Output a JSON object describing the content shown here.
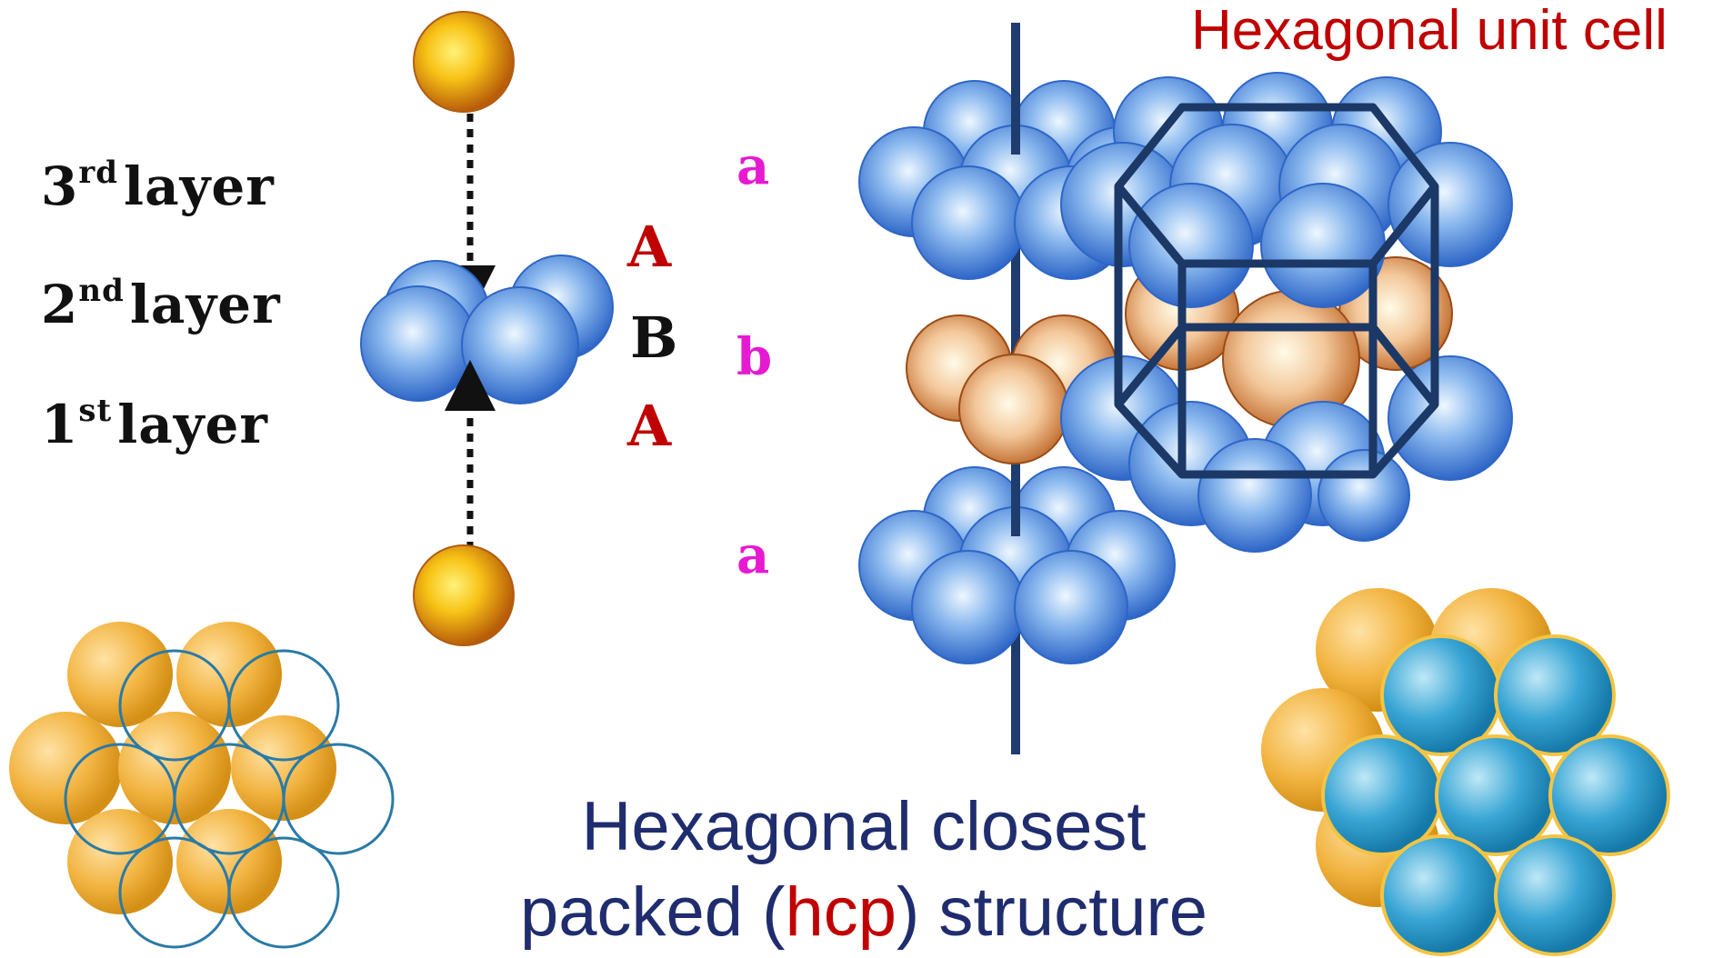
{
  "labels": {
    "layer3_num": "3",
    "layer3_sup": "rd",
    "layer3_word": "layer",
    "layer2_num": "2",
    "layer2_sup": "nd",
    "layer2_word": "layer",
    "layer1_num": "1",
    "layer1_sup": "st",
    "layer1_word": "layer"
  },
  "stack_letters": {
    "top": "A",
    "middle": "B",
    "bottom": "A"
  },
  "hcp_letters": {
    "top": "a",
    "middle": "b",
    "bottom": "a"
  },
  "unit_cell_title": "Hexagonal unit cell",
  "caption": {
    "line1": "Hexagonal closest",
    "line2_prefix": "packed (",
    "line2_highlight": "hcp",
    "line2_suffix": ") structure"
  },
  "colors": {
    "blue_sphere": "#3f7fd8",
    "orange_sphere": "#cf7a3c",
    "gold_sphere": "#f3b43c",
    "teal_sphere": "#2a96c8",
    "axis": "#1f3c6e",
    "title_red": "#c00000",
    "caption_navy": "#1f2d6e",
    "letter_magenta": "#e51ad1"
  }
}
